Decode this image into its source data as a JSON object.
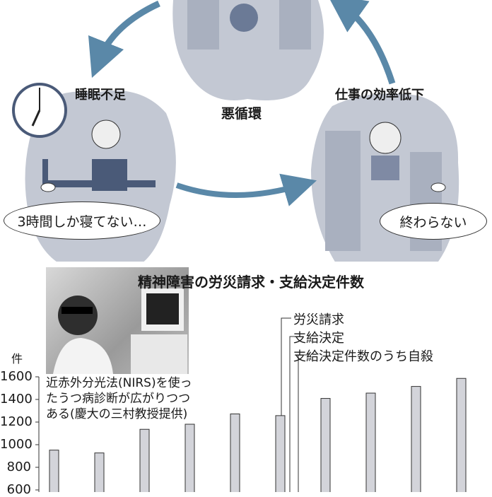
{
  "illustration": {
    "center_label": "悪循環",
    "left_label": "睡眠不足",
    "right_label": "仕事の効率低下",
    "left_bubble": "3時間しか寝てない…",
    "right_bubble": "終わらない",
    "colors": {
      "cloud": "#c3c8d3",
      "arrow": "#5a88a8",
      "figure": "#4a5a78"
    }
  },
  "photo": {
    "caption": "近赤外分光法(NIRS)を使ったうつ病診断が広がりつつある(慶大の三村教授提供)"
  },
  "chart_data": {
    "type": "bar",
    "title": "精神障害の労災請求・支給決定件数",
    "ylabel": "件",
    "ylim": [
      600,
      1600
    ],
    "yticks": [
      "1600",
      "1400",
      "1200",
      "1000",
      "800",
      "600"
    ],
    "series": [
      {
        "name": "労災請求",
        "values": [
          952,
          927,
          1136,
          1181,
          1272,
          1257,
          1409,
          1456,
          1515,
          1586
        ],
        "color": "#d3d4da"
      }
    ],
    "legend": [
      "労災請求",
      "支給決定",
      "支給決定件数のうち自殺"
    ],
    "grid": false
  }
}
